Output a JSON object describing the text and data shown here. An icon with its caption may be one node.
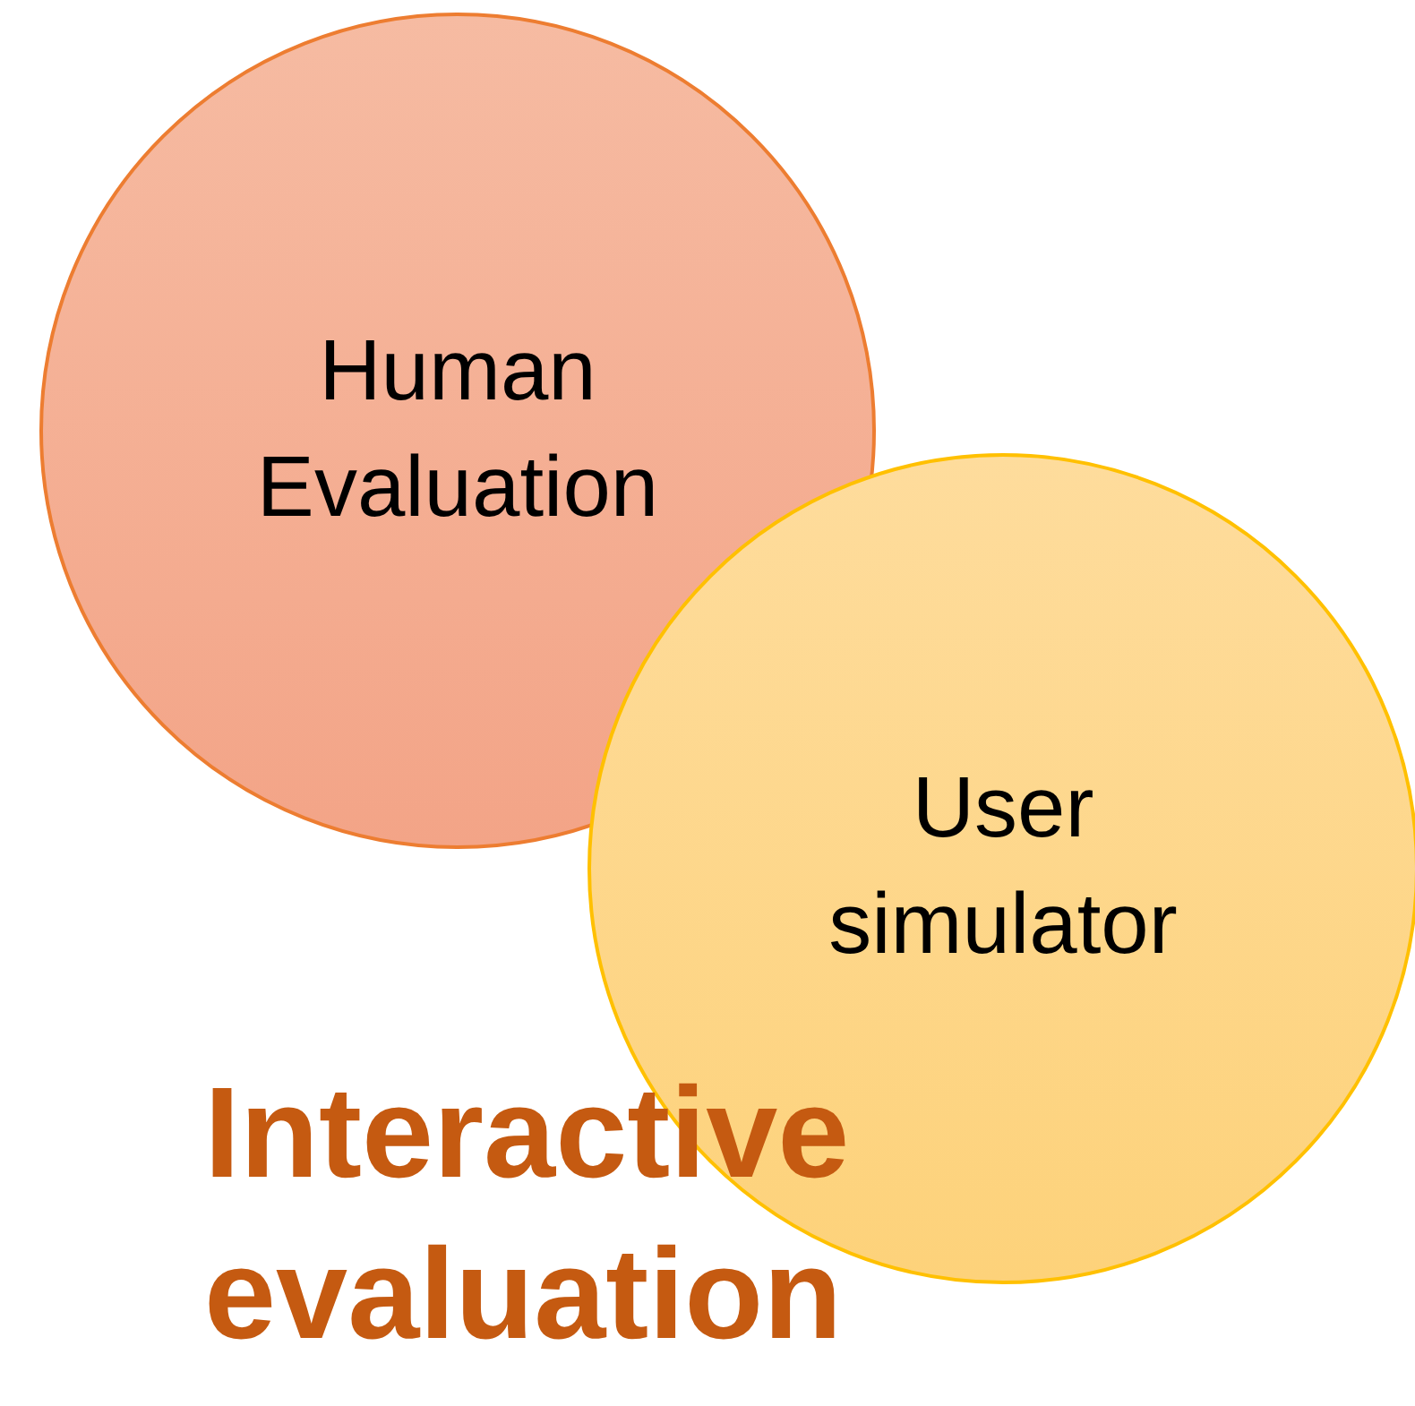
{
  "diagram": {
    "nodes": [
      {
        "text": [
          "Human Evaluation"
        ]
      },
      {
        "text": [
          "User simulator"
        ]
      }
    ],
    "labels": [
      "Interactive evaluation"
    ]
  }
}
